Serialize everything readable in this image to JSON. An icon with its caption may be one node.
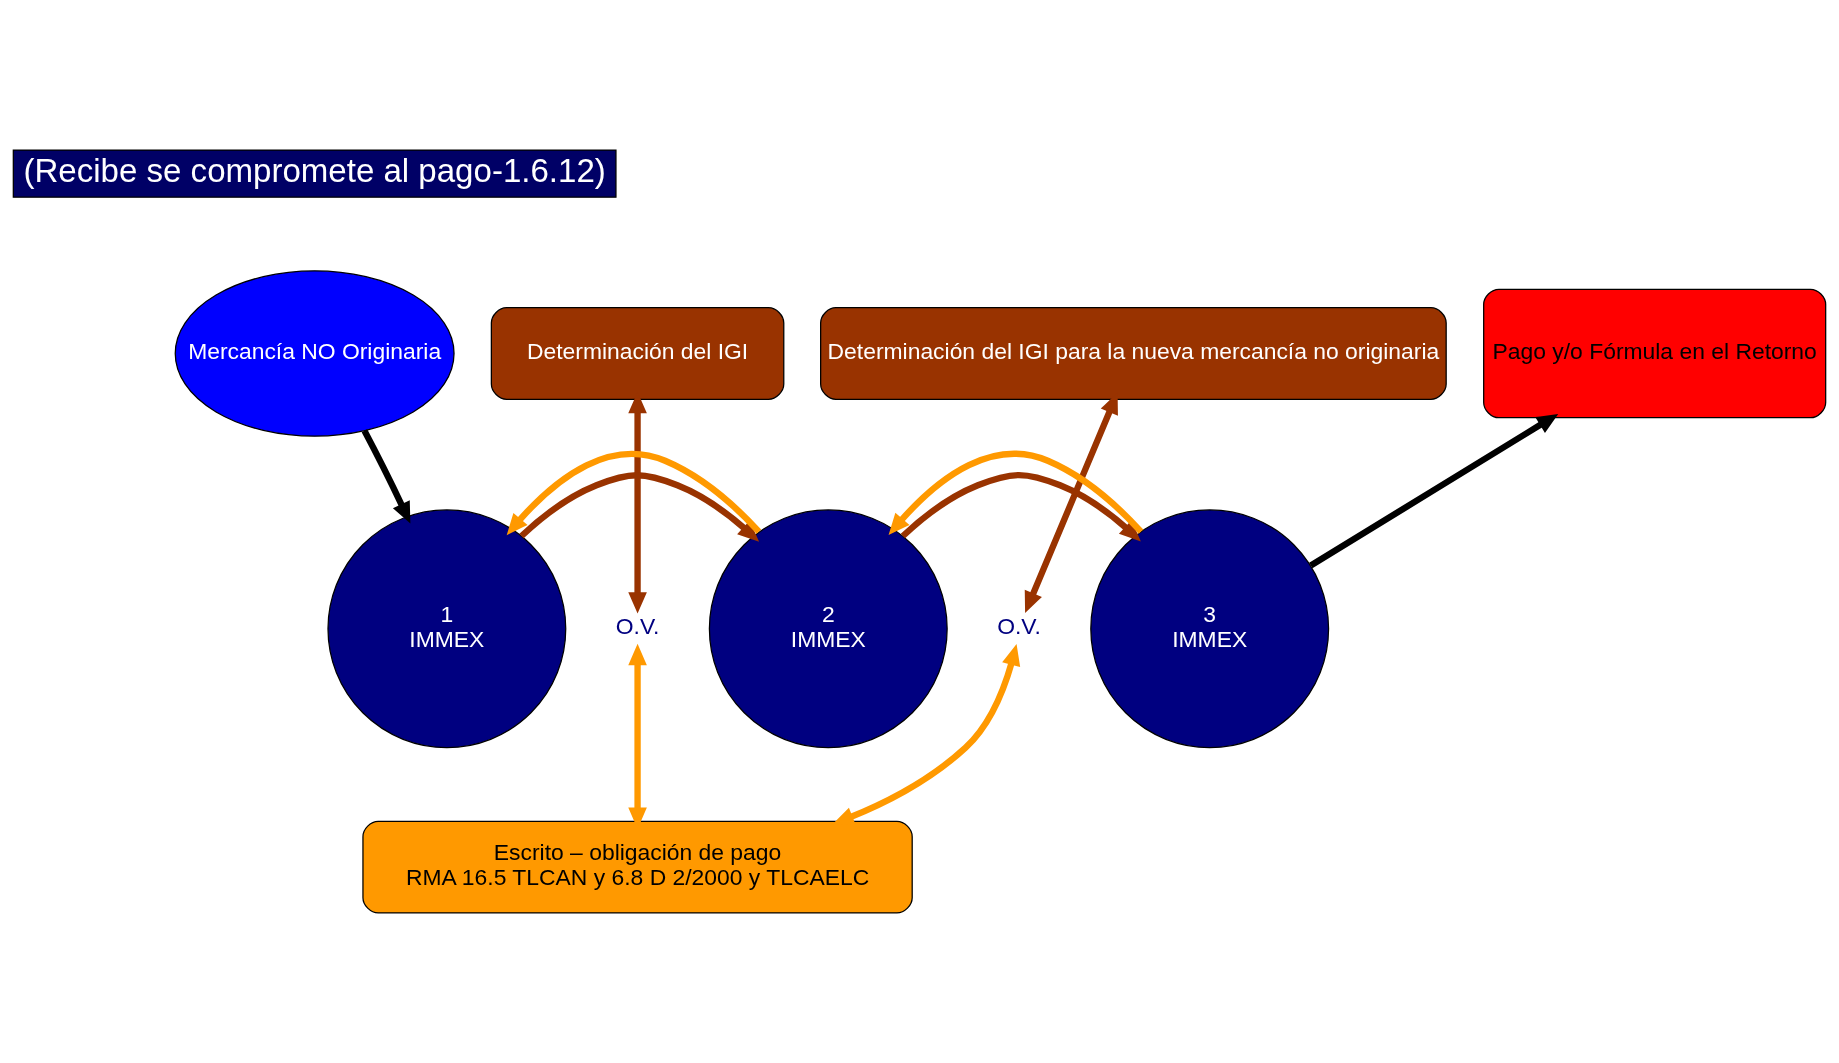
{
  "diagram": {
    "nodes": [
      {
        "text": [
          "(Recibe se compromete al pago-1.6.12)"
        ]
      },
      {
        "text": [
          "Mercancía NO Originaria"
        ]
      },
      {
        "text": [
          "Determinación del IGI"
        ]
      },
      {
        "text": [
          "Determinación del IGI para la nueva mercancía no originaria"
        ]
      },
      {
        "text": [
          "Pago y/o Fórmula en el Retorno"
        ]
      },
      {
        "text": [
          "1",
          "IMMEX"
        ]
      },
      {
        "text": [
          "O.V."
        ]
      },
      {
        "text": [
          "2",
          "IMMEX"
        ]
      },
      {
        "text": [
          "O.V."
        ]
      },
      {
        "text": [
          "3",
          "IMMEX"
        ]
      },
      {
        "text": [
          "Escrito – obligación de pago",
          "RMA 16.5 TLCAN y 6.8 D 2/2000 y TLCAELC"
        ]
      }
    ],
    "edges": [
      {
        "from": 1,
        "to": 5,
        "arrow": "to",
        "color": "#000000"
      },
      {
        "from": 2,
        "to": 6,
        "arrow": "both",
        "color": "#993300"
      },
      {
        "from": 3,
        "to": 8,
        "arrow": "both",
        "color": "#993300"
      },
      {
        "from": 9,
        "to": 4,
        "arrow": "to",
        "color": "#000000"
      },
      {
        "from": 5,
        "to": 7,
        "arrow": "to",
        "color": "#993300"
      },
      {
        "from": 7,
        "to": 9,
        "arrow": "to",
        "color": "#993300"
      },
      {
        "from": 7,
        "to": 5,
        "arrow": "to",
        "color": "#ff9900"
      },
      {
        "from": 9,
        "to": 7,
        "arrow": "to",
        "color": "#ff9900"
      },
      {
        "from": 10,
        "to": 6,
        "arrow": "both",
        "color": "#ff9900"
      },
      {
        "from": 10,
        "to": 8,
        "arrow": "both",
        "color": "#ff9900"
      }
    ]
  }
}
